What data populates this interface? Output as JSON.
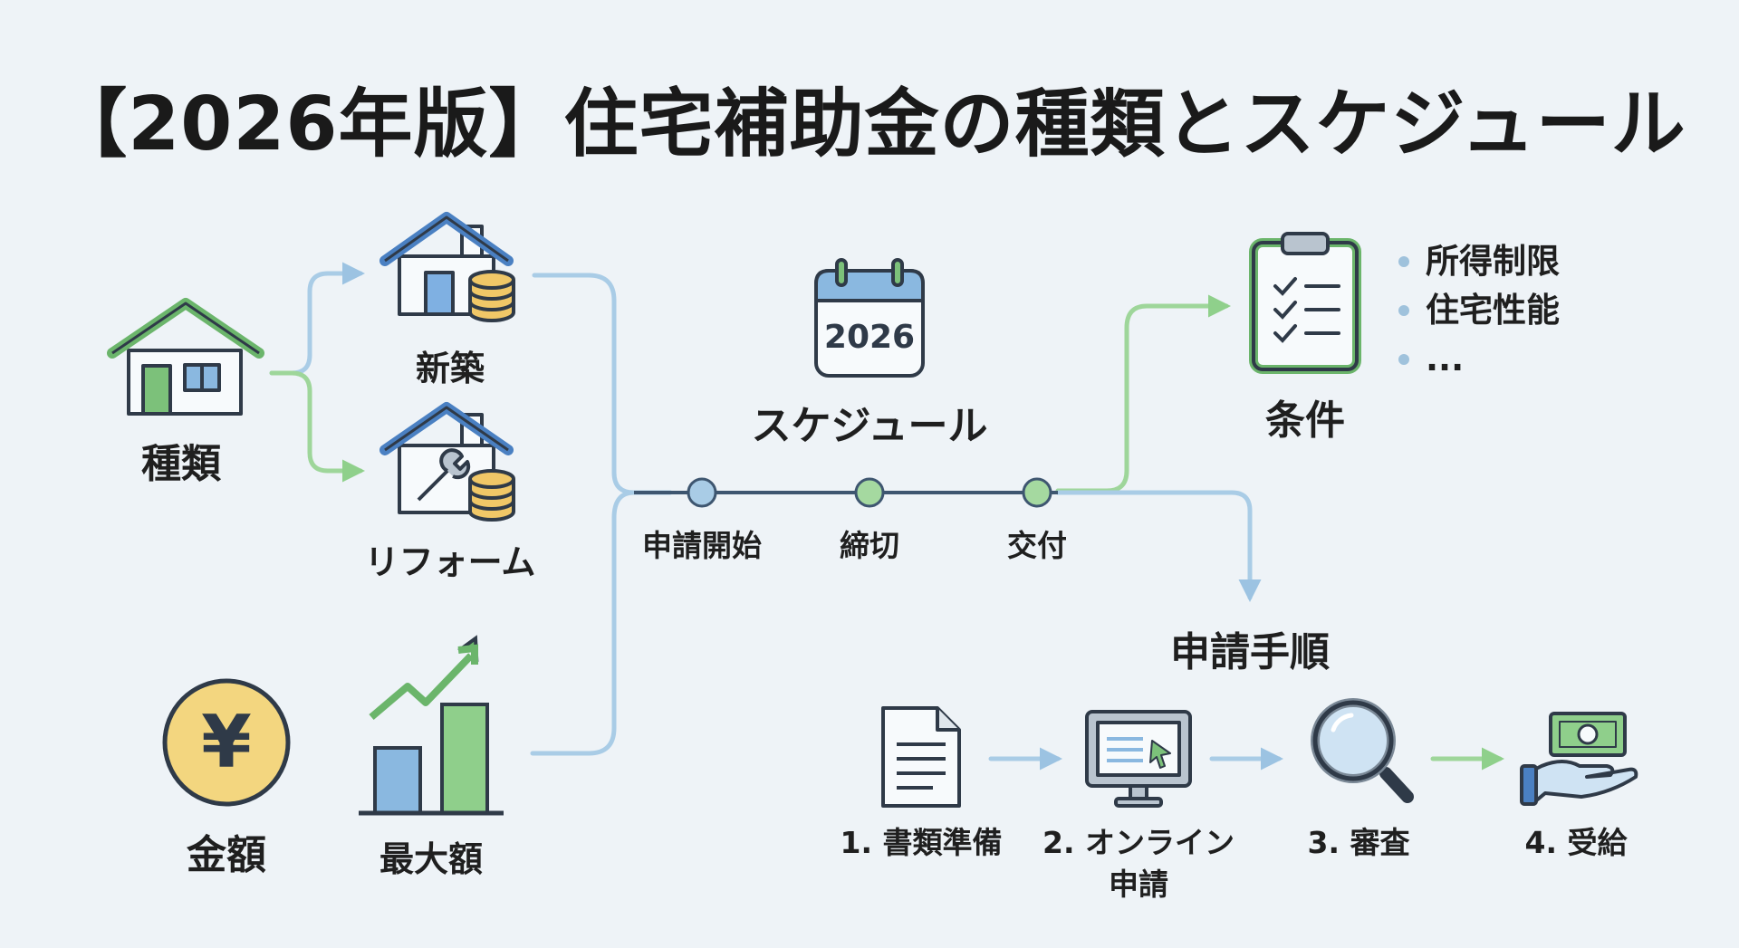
{
  "title": "【2026年版】住宅補助金の種類とスケジュール",
  "left": {
    "type_label": "種類",
    "shinchiku_label": "新築",
    "reform_label": "リフォーム",
    "amount_label": "金額",
    "max_amount_label": "最大額"
  },
  "schedule": {
    "label": "スケジュール",
    "calendar_year": "2026",
    "milestones": [
      "申請開始",
      "締切",
      "交付"
    ]
  },
  "conditions": {
    "label": "条件",
    "items": [
      "所得制限",
      "住宅性能",
      "..."
    ]
  },
  "procedure": {
    "label": "申請手順",
    "steps": [
      {
        "line1": "1. 書類準備",
        "line2": ""
      },
      {
        "line1": "2. オンライン",
        "line2": "申請"
      },
      {
        "line1": "3. 審査",
        "line2": ""
      },
      {
        "line1": "4. 受給",
        "line2": ""
      }
    ]
  },
  "icons": {
    "house": "house-icon",
    "new_build": "house-with-coins-icon",
    "reform": "house-with-wrench-icon",
    "yen": "yen-coin-icon",
    "growth": "bar-chart-arrow-icon",
    "calendar": "calendar-icon",
    "clipboard": "checklist-clipboard-icon",
    "document": "document-icon",
    "monitor": "computer-monitor-icon",
    "magnifier": "magnifying-glass-icon",
    "money_hand": "hand-with-money-icon"
  },
  "colors": {
    "blue": "#4a80c2",
    "blue_light": "#a9cce6",
    "green": "#6bb56b",
    "green_light": "#9ed69a",
    "gold": "#e9c46a",
    "navy": "#2f4a68",
    "timeline": "#3e5670"
  }
}
